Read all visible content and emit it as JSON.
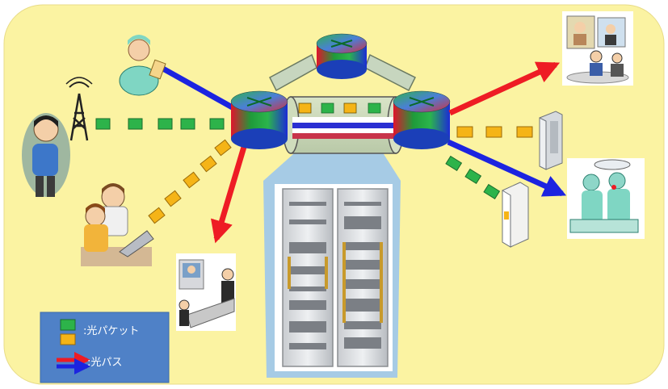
{
  "legend": {
    "packet_label": ":光パケット",
    "path_label": ":光パス"
  },
  "colors": {
    "background": "#fbf3a2",
    "packet_green": "#2db34a",
    "packet_orange": "#f5b417",
    "path_red": "#ee1c24",
    "path_blue": "#1c24e0",
    "legend_bg": "#4f81c7",
    "rack_highlight": "#9cc6ec"
  },
  "icons": [
    "router-icon",
    "optical-switch-icon",
    "server-rack-photo",
    "nurse-icon",
    "mobile-user-icon",
    "cell-tower-icon",
    "family-computer-icon",
    "video-conference-icon",
    "server-tower-icon",
    "surgery-team-icon"
  ]
}
